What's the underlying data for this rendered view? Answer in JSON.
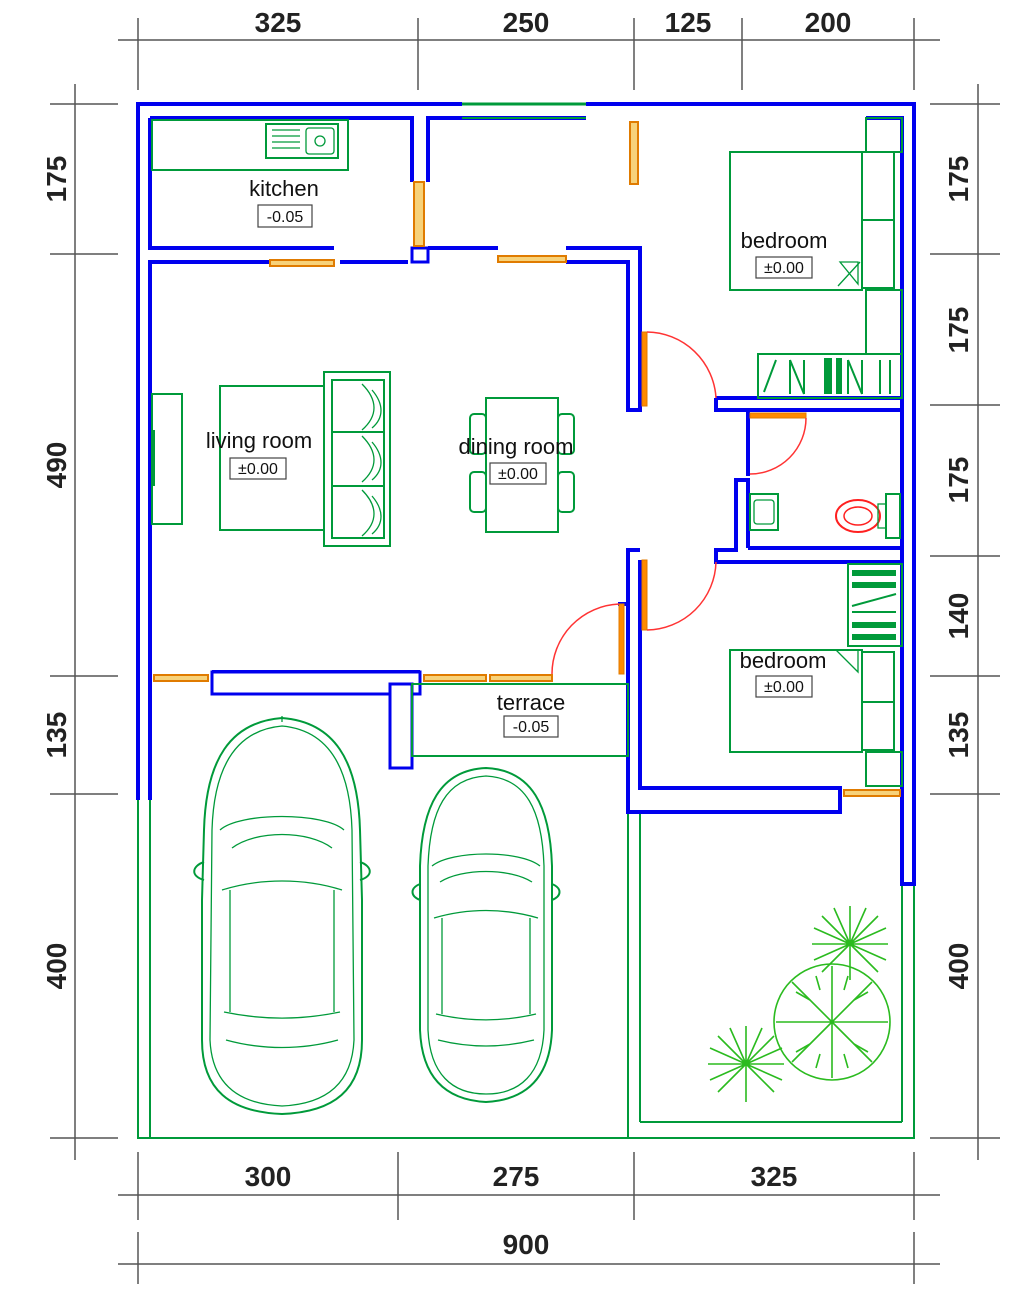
{
  "dimensions": {
    "top": [
      "325",
      "250",
      "125",
      "200"
    ],
    "bottom": [
      "300",
      "275",
      "325"
    ],
    "total": "900",
    "left": [
      "175",
      "490",
      "135",
      "400"
    ],
    "right": [
      "175",
      "175",
      "175",
      "140",
      "135",
      "400"
    ]
  },
  "rooms": {
    "kitchen": {
      "label": "kitchen",
      "level": "-0.05"
    },
    "bedroom_top": {
      "label": "bedroom",
      "level": "±0.00"
    },
    "living": {
      "label": "living room",
      "level": "±0.00"
    },
    "dining": {
      "label": "dining room",
      "level": "±0.00"
    },
    "bedroom_bottom": {
      "label": "bedroom",
      "level": "±0.00"
    },
    "terrace": {
      "label": "terrace",
      "level": "-0.05"
    }
  },
  "colors": {
    "wall": "#0000ee",
    "furniture": "#009a3a",
    "window": "#e07b00",
    "door_swing": "#ff3333",
    "tree": "#2bbb1f"
  }
}
